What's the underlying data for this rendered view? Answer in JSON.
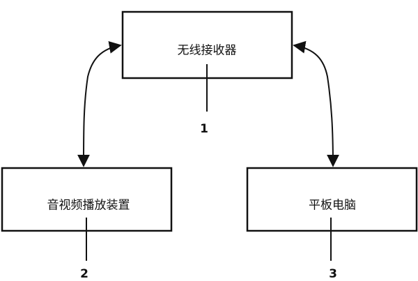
{
  "diagram": {
    "nodes": [
      {
        "id": "receiver",
        "label": "无线接收器",
        "ref": "1"
      },
      {
        "id": "av-device",
        "label": "音视频播放装置",
        "ref": "2"
      },
      {
        "id": "tablet",
        "label": "平板电脑",
        "ref": "3"
      }
    ],
    "edges": [
      {
        "from": "receiver",
        "to": "av-device",
        "direction": "bidirectional"
      },
      {
        "from": "receiver",
        "to": "tablet",
        "direction": "bidirectional"
      }
    ]
  }
}
